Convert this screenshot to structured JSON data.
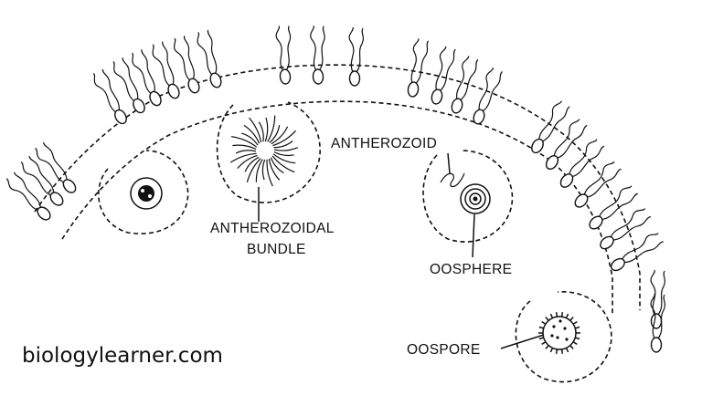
{
  "labels": {
    "antherozoid": "ANTHEROZOID",
    "antherozoidal_bundle_line1": "ANTHEROZOIDAL",
    "antherozoidal_bundle_line2": "BUNDLE",
    "oosphere": "OOSPHERE",
    "oospore": "OOSPORE"
  },
  "watermark": "biologylearner.com",
  "colors": {
    "ink": "#111111",
    "background": "#ffffff"
  }
}
